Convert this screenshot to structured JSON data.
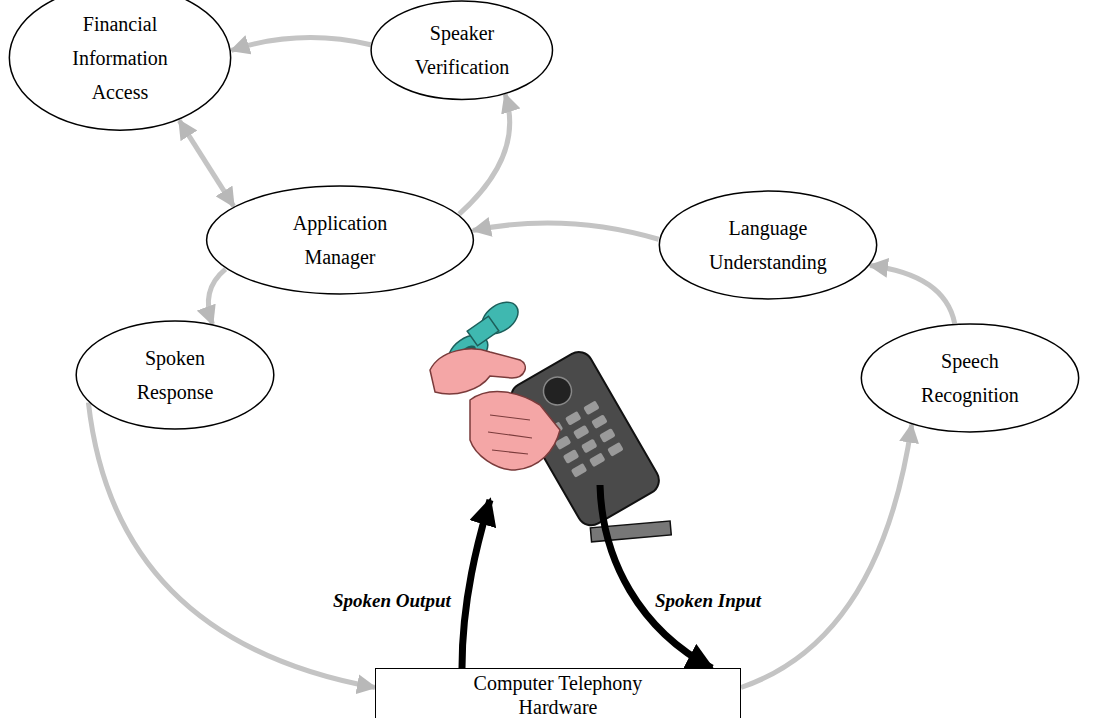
{
  "diagram": {
    "nodes": [
      {
        "text": [
          "Financial Information Access"
        ]
      },
      {
        "text": [
          "Speaker Verification"
        ]
      },
      {
        "text": [
          "Application Manager"
        ]
      },
      {
        "text": [
          "Language Understanding"
        ]
      },
      {
        "text": [
          "Spoken Response"
        ]
      },
      {
        "text": [
          "Speech Recognition"
        ]
      },
      {
        "text": [
          "Computer Telephony Hardware"
        ]
      }
    ],
    "edges": [
      {
        "from": 6,
        "to": 5,
        "arrow": "to"
      },
      {
        "from": 5,
        "to": 3,
        "arrow": "to"
      },
      {
        "from": 3,
        "to": 2,
        "arrow": "to"
      },
      {
        "from": 2,
        "to": 4,
        "arrow": "to"
      },
      {
        "from": 4,
        "to": 6,
        "arrow": "to"
      },
      {
        "from": 2,
        "to": 1,
        "arrow": "to"
      },
      {
        "from": 1,
        "to": 0,
        "arrow": "to"
      },
      {
        "from": 2,
        "to": 0,
        "arrow": "both"
      }
    ],
    "labels": [
      "Spoken Output",
      "Spoken Input"
    ]
  }
}
